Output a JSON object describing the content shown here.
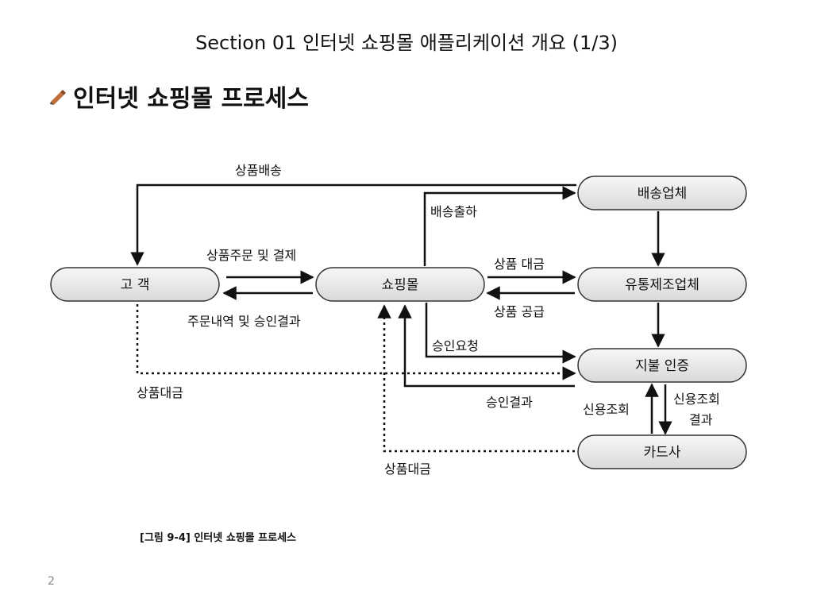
{
  "title": "Section 01 인터넷 쇼핑몰 애플리케이션 개요 (1/3)",
  "heading": "인터넷 쇼핑몰 프로세스",
  "diagram": {
    "nodes": {
      "customer": "고   객",
      "shoppingmall": "쇼핑몰",
      "delivery": "배송업체",
      "manufacturer": "유통제조업체",
      "payment": "지불 인증",
      "card": "카드사"
    },
    "edges": {
      "product_delivery": "상품배송",
      "delivery_dispatch": "배송출하",
      "order_payment": "상품주문 및 결제",
      "order_result": "주문내역 및 승인결과",
      "product_price_to_mfr": "상품 대금",
      "product_supply": "상품 공급",
      "approval_request": "승인요청",
      "approval_result": "승인결과",
      "customer_payment": "상품대금",
      "card_payment": "상품대금",
      "credit_inquiry": "신용조회",
      "credit_result_line1": "신용조회",
      "credit_result_line2": "결과"
    }
  },
  "caption": "[그림 9-4] 인터넷 쇼핑몰 프로세스",
  "page_number": "2"
}
